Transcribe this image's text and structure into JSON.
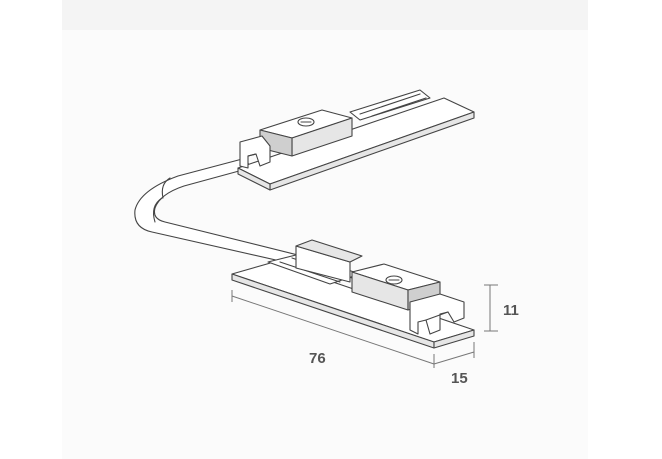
{
  "diagram": {
    "dimensions": {
      "length": "76",
      "width": "15",
      "height": "11"
    }
  }
}
